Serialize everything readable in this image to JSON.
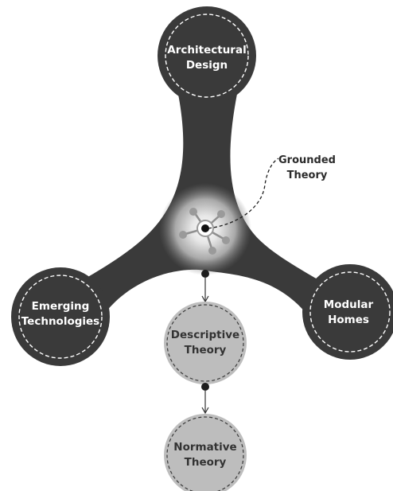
{
  "nodes": {
    "architectural_design": {
      "line1": "Architectural",
      "line2": "Design"
    },
    "emerging_technologies": {
      "line1": "Emerging",
      "line2": "Technologies"
    },
    "modular_homes": {
      "line1": "Modular",
      "line2": "Homes"
    },
    "descriptive_theory": {
      "line1": "Descriptive",
      "line2": "Theory"
    },
    "normative_theory": {
      "line1": "Normative",
      "line2": "Theory"
    }
  },
  "callout": {
    "line1": "Grounded",
    "line2": "Theory"
  },
  "colors": {
    "dark_fill": "#3a3a3a",
    "light_fill": "#bdbdbd",
    "dashed_outline": "#ffffff",
    "background": "#ffffff"
  },
  "icons": {
    "center": "network-hub-icon"
  }
}
